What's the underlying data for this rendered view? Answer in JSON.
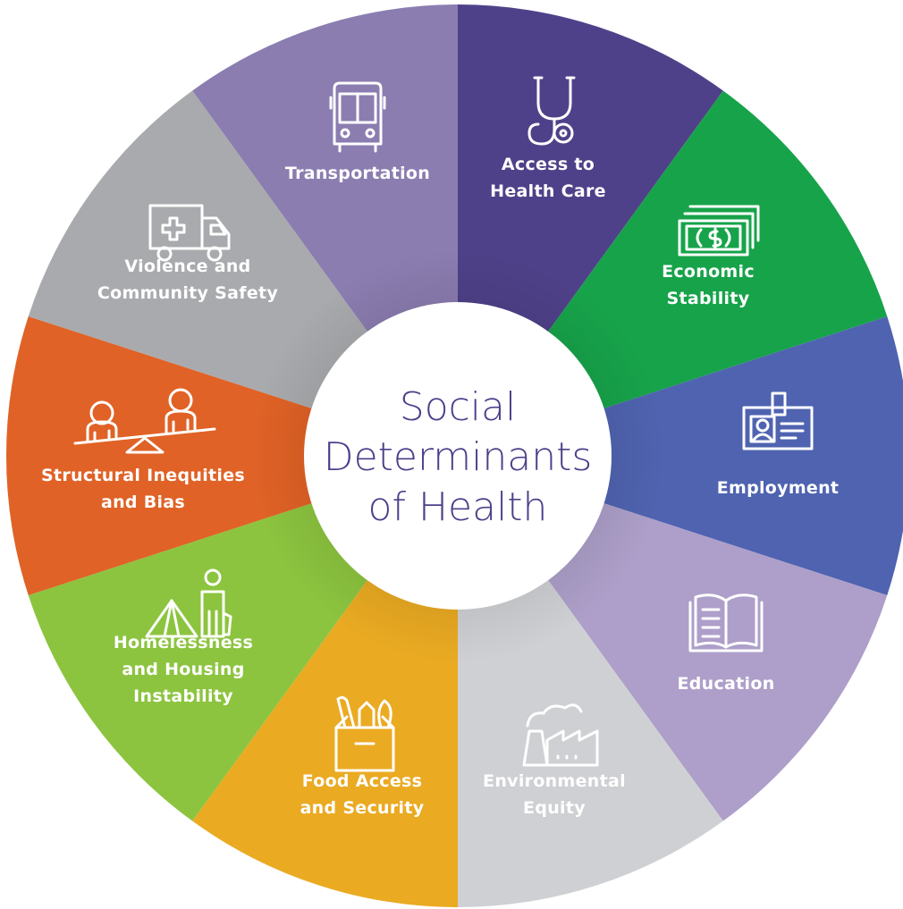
{
  "diagram": {
    "center": {
      "lines": [
        "Social",
        "Determinants",
        "of Health"
      ],
      "text_color": "#4c3f8a",
      "fill": "#ffffff"
    },
    "segments": [
      {
        "id": "access",
        "lines": [
          "Access to",
          "Health Care"
        ],
        "color": "#4f4189",
        "text_color": "#ffffff",
        "icon": "stethoscope-icon"
      },
      {
        "id": "economic",
        "lines": [
          "Economic",
          "Stability"
        ],
        "color": "#17a34a",
        "text_color": "#ffffff",
        "icon": "money-icon"
      },
      {
        "id": "employment",
        "lines": [
          "Employment"
        ],
        "color": "#4f63b0",
        "text_color": "#ffffff",
        "icon": "id-badge-icon"
      },
      {
        "id": "education",
        "lines": [
          "Education"
        ],
        "color": "#ad9fc9",
        "text_color": "#ffffff",
        "icon": "book-icon"
      },
      {
        "id": "environmental",
        "lines": [
          "Environmental",
          "Equity"
        ],
        "color": "#cfd0d3",
        "text_color": "#ffffff",
        "icon": "factory-icon"
      },
      {
        "id": "food",
        "lines": [
          "Food Access",
          "and Security"
        ],
        "color": "#eaaa22",
        "text_color": "#ffffff",
        "icon": "grocery-bag-icon"
      },
      {
        "id": "homelessness",
        "lines": [
          "Homelessness",
          "and Housing",
          "Instability"
        ],
        "color": "#8cc43f",
        "text_color": "#ffffff",
        "icon": "tent-person-icon"
      },
      {
        "id": "structural",
        "lines": [
          "Structural Inequities",
          "and Bias"
        ],
        "color": "#e06226",
        "text_color": "#ffffff",
        "icon": "seesaw-icon"
      },
      {
        "id": "violence",
        "lines": [
          "Violence and",
          "Community Safety"
        ],
        "color": "#a9aaad",
        "text_color": "#ffffff",
        "icon": "ambulance-icon"
      },
      {
        "id": "transportation",
        "lines": [
          "Transportation"
        ],
        "color": "#8b7db0",
        "text_color": "#ffffff",
        "icon": "bus-icon"
      }
    ]
  }
}
